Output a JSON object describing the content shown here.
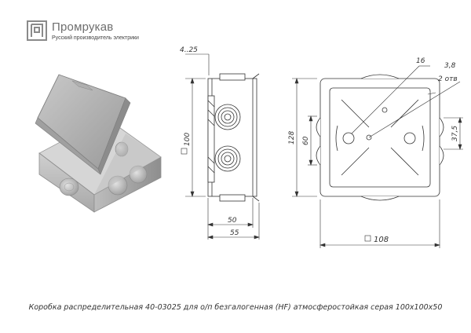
{
  "logo": {
    "brand": "Промрукав",
    "tagline": "Русский производитель электрики",
    "mark": "logo-mark-icon"
  },
  "dimensions": {
    "top_width": "4..25",
    "side_height": "100",
    "width_inner": "50",
    "width_outer": "55",
    "hole": "16",
    "hole_small": "3,8",
    "holes_count": "2 отв",
    "height_total": "128",
    "height_mid": "60",
    "height_small": "37,5",
    "base": "108"
  },
  "caption": "Коробка распределительная 40-03025 для о/п безгалогенная (HF) атмосферостойкая серая 100х100х50"
}
